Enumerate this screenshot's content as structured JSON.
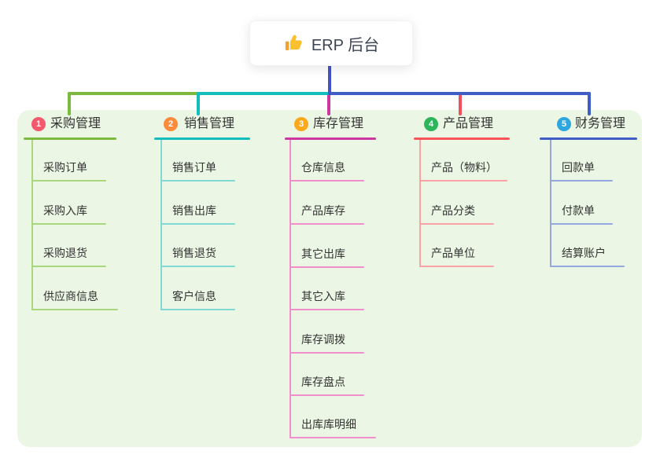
{
  "root": {
    "label": "ERP 后台",
    "icon": "thumbs-up-icon"
  },
  "colors": {
    "page_bg": "#FFFFFF",
    "panel_bg": "#EBF6E4",
    "root_connector": "#4353C6",
    "text": "#333333",
    "root_text": "#3C4454"
  },
  "branches": [
    {
      "num": "1",
      "label": "采购管理",
      "badge_color": "#F4586C",
      "line_color": "#7CBA3E",
      "child_line_color": "#A9D77E",
      "connector_color": "#7CBA3E",
      "items": [
        "采购订单",
        "采购入库",
        "采购退货",
        "供应商信息"
      ]
    },
    {
      "num": "2",
      "label": "销售管理",
      "badge_color": "#FB8C3C",
      "line_color": "#14BDBD",
      "child_line_color": "#82D8D2",
      "connector_color": "#14BDBD",
      "items": [
        "销售订单",
        "销售出库",
        "销售退货",
        "客户信息"
      ]
    },
    {
      "num": "3",
      "label": "库存管理",
      "badge_color": "#FBA91C",
      "line_color": "#CB36A0",
      "child_line_color": "#F08FCB",
      "connector_color": "#CE37A0",
      "items": [
        "仓库信息",
        "产品库存",
        "其它出库",
        "其它入库",
        "库存调拨",
        "库存盘点",
        "出库库明细"
      ]
    },
    {
      "num": "4",
      "label": "产品管理",
      "badge_color": "#2DB55B",
      "line_color": "#FA5458",
      "child_line_color": "#F9A3A6",
      "connector_color": "#F0505E",
      "items": [
        "产品（物料）",
        "产品分类",
        "产品单位"
      ]
    },
    {
      "num": "5",
      "label": "财务管理",
      "badge_color": "#2EA7DE",
      "line_color": "#3E5EC5",
      "child_line_color": "#95A7DF",
      "connector_color": "#3E5EC5",
      "items": [
        "回款单",
        "付款单",
        "结算账户"
      ]
    }
  ]
}
